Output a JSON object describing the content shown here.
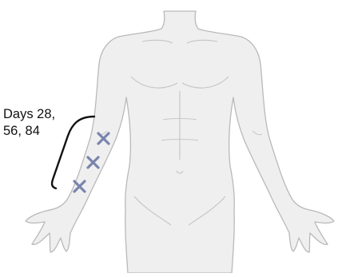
{
  "annotation": {
    "line1": "Days 28,",
    "line2": "56, 84"
  },
  "injection_sites": {
    "count": 3,
    "marker": "cross-icon",
    "color": "#7a85ad"
  },
  "colors": {
    "body_fill": "#efefef",
    "body_stroke": "#b9b9b9",
    "bracket": "#111111"
  }
}
